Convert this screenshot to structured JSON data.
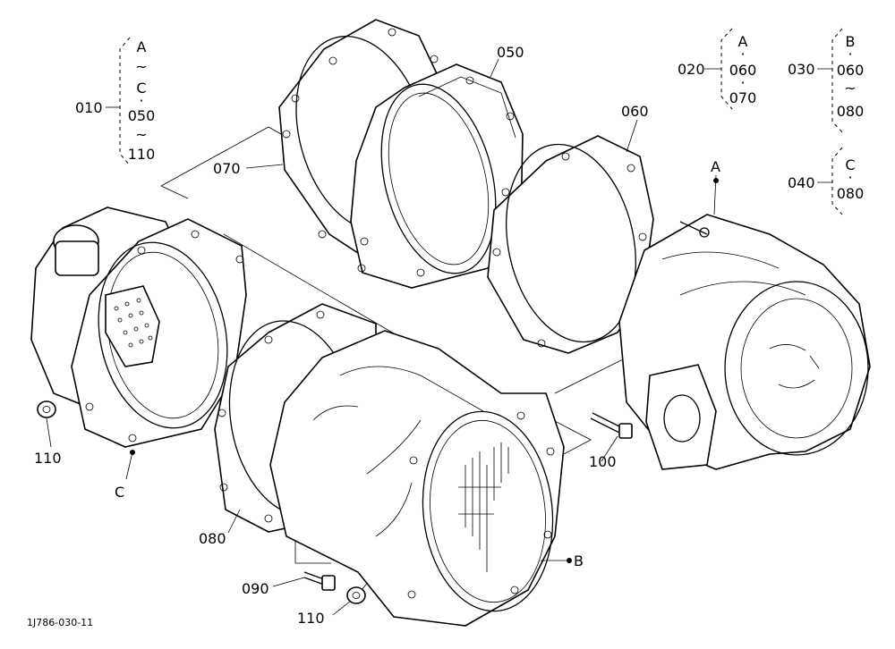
{
  "callouts": {
    "p010": "010",
    "p020": "020",
    "p030": "030",
    "p040": "040",
    "p050": "050",
    "p060": "060",
    "p070": "070",
    "p080": "080",
    "p090": "090",
    "p100": "100",
    "p110_left": "110",
    "p110_bottom": "110"
  },
  "groups": {
    "g010": [
      "A",
      "~",
      "C",
      "·",
      "050",
      "~",
      "110"
    ],
    "g020": [
      "A",
      "·",
      "060",
      "·",
      "070"
    ],
    "g030": [
      "B",
      "·",
      "060",
      "~",
      "080"
    ],
    "g040": [
      "C",
      "·",
      "080"
    ]
  },
  "refs": {
    "a": "A",
    "b": "B",
    "c": "C"
  },
  "figure_code": "1J786-030-11"
}
